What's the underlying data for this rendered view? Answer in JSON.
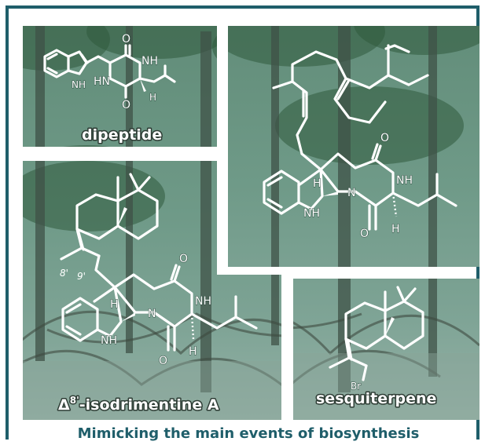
{
  "caption": "Mimicking the main events of biosynthesis",
  "panels": {
    "dipeptide": {
      "label": "dipeptide"
    },
    "isodrimentine": {
      "label_main": "-isodrimentine A",
      "label_delta": "Δ",
      "label_sup": "8'"
    },
    "sesquiterpene": {
      "label": "sesquiterpene"
    },
    "top_right": {
      "label": ""
    }
  },
  "atoms": {
    "O": "O",
    "NH": "NH",
    "HN": "HN",
    "H": "H",
    "N": "N",
    "Br": "Br",
    "locant_8": "8'",
    "locant_9": "9'"
  },
  "colors": {
    "frame": "#1f5e6a",
    "caption": "#1f5e6a",
    "structure": "#ffffff"
  }
}
